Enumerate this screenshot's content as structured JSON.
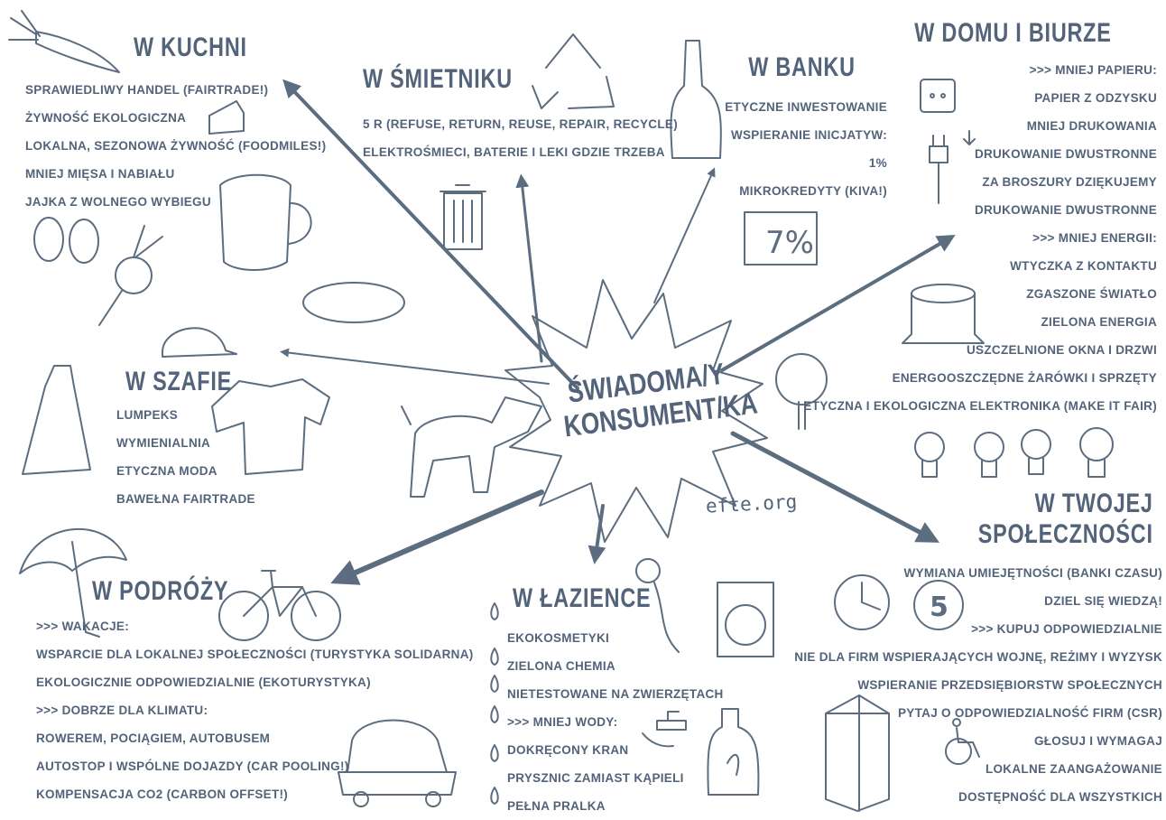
{
  "center": {
    "line1": "ŚWIADOMA/Y",
    "line2": "KONSUMENT/KA"
  },
  "url": "efte.org",
  "kuchnia": {
    "title": "W KUCHNI",
    "items": [
      "SPRAWIEDLIWY HANDEL (FAIRTRADE!)",
      "ŻYWNOŚĆ EKOLOGICZNA",
      "LOKALNA, SEZONOWA ŻYWNOŚĆ (FOODMILES!)",
      "MNIEJ MIĘSA I NABIAŁU",
      "JAJKA Z WOLNEGO WYBIEGU"
    ]
  },
  "smietnik": {
    "title": "W ŚMIETNIKU",
    "items": [
      "5 R (REFUSE, RETURN, REUSE, REPAIR, RECYCLE)",
      "ELEKTROŚMIECI, BATERIE I LEKI GDZIE TRZEBA"
    ]
  },
  "bank": {
    "title": "W BANKU",
    "items": [
      "ETYCZNE INWESTOWANIE",
      "WSPIERANIE INICJATYW:",
      "1%",
      "MIKROKREDYTY (KIVA!)"
    ]
  },
  "dom": {
    "title": "W DOMU I BIURZE",
    "items": [
      ">>> MNIEJ PAPIERU:",
      "PAPIER Z ODZYSKU",
      "MNIEJ DRUKOWANIA",
      "DRUKOWANIE DWUSTRONNE",
      "ZA BROSZURY DZIĘKUJEMY",
      "DRUKOWANIE DWUSTRONNE",
      ">>> MNIEJ ENERGII:",
      "WTYCZKA Z KONTAKTU",
      "ZGASZONE ŚWIATŁO",
      "ZIELONA ENERGIA",
      "USZCZELNIONE OKNA I DRZWI",
      "ENERGOOSZCZĘDNE ŻARÓWKI I SPRZĘTY",
      "ETYCZNA I EKOLOGICZNA ELEKTRONIKA (MAKE IT FAIR)"
    ]
  },
  "szafa": {
    "title": "W SZAFIE",
    "items": [
      "LUMPEKS",
      "WYMIENIALNIA",
      "ETYCZNA MODA",
      "BAWEŁNA FAIRTRADE"
    ]
  },
  "podroz": {
    "title": "W PODRÓŻY",
    "items": [
      ">>> WAKACJE:",
      "WSPARCIE DLA LOKALNEJ SPOŁECZNOŚCI (TURYSTYKA SOLIDARNA)",
      "EKOLOGICZNIE ODPOWIEDZIALNIE (EKOTURYSTYKA)",
      ">>> DOBRZE DLA KLIMATU:",
      "ROWEREM, POCIĄGIEM, AUTOBUSEM",
      "AUTOSTOP I WSPÓLNE DOJAZDY (CAR POOLING!)",
      "KOMPENSACJA CO2 (CARBON OFFSET!)"
    ]
  },
  "lazienka": {
    "title": "W ŁAZIENCE",
    "items": [
      "EKOKOSMETYKI",
      "ZIELONA CHEMIA",
      "NIETESTOWANE NA ZWIERZĘTACH",
      ">>> MNIEJ WODY:",
      "DOKRĘCONY KRAN",
      "PRYSZNIC ZAMIAST KĄPIELI",
      "PEŁNA PRALKA"
    ]
  },
  "spolecznosc": {
    "title_line1": "W TWOJEJ",
    "title_line2": "SPOŁECZNOŚCI",
    "items": [
      "WYMIANA UMIEJĘTNOŚCI (BANKI CZASU)",
      "DZIEL SIĘ WIEDZĄ!",
      ">>> KUPUJ ODPOWIEDZIALNIE",
      "NIE DLA FIRM WSPIERAJĄCYCH WOJNĘ, REŻIMY I WYZYSK",
      "WSPIERANIE PRZEDSIĘBIORSTW SPOŁECZNYCH",
      "PYTAJ O ODPOWIEDZIALNOŚĆ FIRM (CSR)",
      "GŁOSUJ I WYMAGAJ",
      "LOKALNE ZAANGAŻOWANIE",
      "DOSTĘPNOŚĆ DLA WSZYSTKICH"
    ]
  },
  "colors": {
    "ink": "#52637a",
    "sketch": "#5d6d80"
  }
}
